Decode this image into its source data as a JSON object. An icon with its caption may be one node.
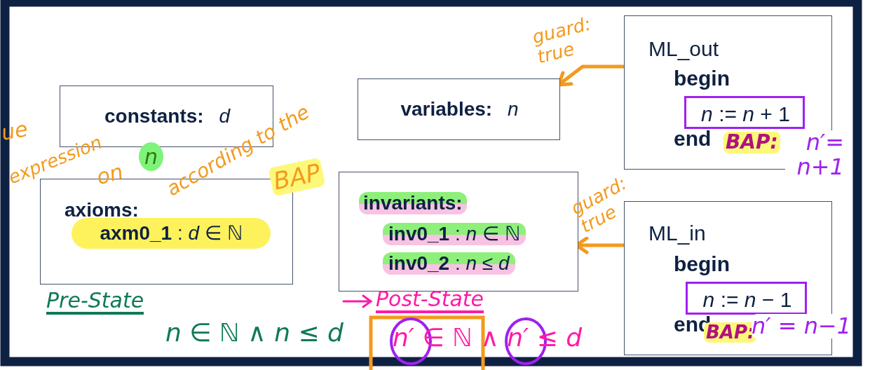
{
  "diagram": {
    "nodes": [
      {
        "text": [
          "**constants:** *d*"
        ]
      },
      {
        "text": [
          "**variables:** *n*"
        ]
      },
      {
        "text": [
          "ML_out",
          "begin",
          "end"
        ]
      },
      {
        "text": [
          "*n* := *n* + 1"
        ],
        "in": 2
      },
      {
        "text": [
          "axioms:",
          "**axm0_1** : *d* ∈ ℕ"
        ]
      },
      {
        "text": [
          "invariants:",
          "**inv0_1** : *n* ∈ ℕ",
          "**inv0_2** : *n* ≤ *d*"
        ]
      },
      {
        "text": [
          "ML_in",
          "begin",
          "end"
        ]
      },
      {
        "text": [
          "*n* := *n* − 1"
        ],
        "in": 6
      }
    ],
    "edges": [
      {
        "from": 2,
        "to": 1,
        "arrow": "to",
        "label": "guard: true",
        "color": "#f39a1e"
      },
      {
        "from": 6,
        "to": 5,
        "arrow": "to",
        "label": "guard: true",
        "color": "#f39a1e"
      }
    ],
    "labels": [
      "ue",
      "expression",
      "on",
      "n",
      "according to the",
      "BAP",
      "BAP:",
      "n′= n+1",
      "Pre-State",
      "n ∈ ℕ ∧ n ≤ d",
      "Post-State",
      "n′ ∈ ℕ ∧ n′ ≤ d",
      "BAP:",
      "n′ = n−1"
    ]
  }
}
